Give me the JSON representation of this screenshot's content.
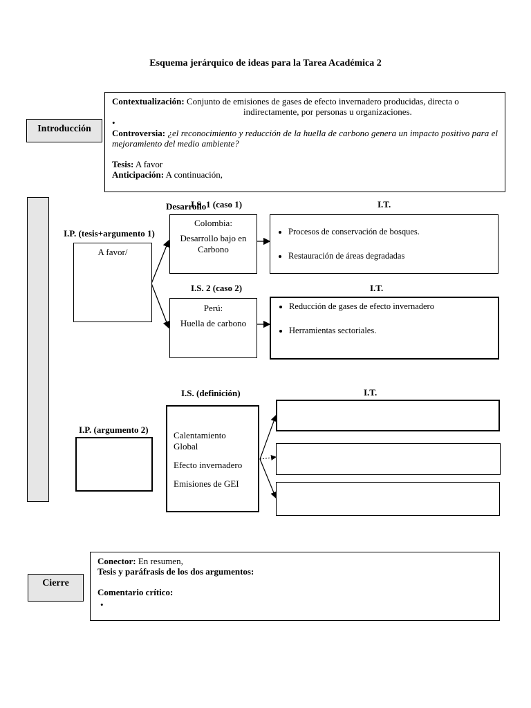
{
  "title": "Esquema jerárquico de ideas para la Tarea Académica 2",
  "intro": {
    "side_label": "Introducción",
    "contextualizacion_label": "Contextualización:",
    "contextualizacion_line1": "Conjunto de emisiones de gases de efecto invernadero producidas, directa o",
    "contextualizacion_line2": "indirectamente, por personas u organizaciones.",
    "bullet": "•",
    "controversia_label": "Controversia:",
    "controversia_text": "¿el reconocimiento y reducción de la huella de carbono genera un impacto positivo para el mejoramiento del medio ambiente?",
    "tesis_label": "Tesis:",
    "tesis_text": "A favor",
    "anticipacion_label": "Anticipación:",
    "anticipacion_text": "A continuación,"
  },
  "desarrollo": {
    "side_label": "Desarrollo",
    "ip1": {
      "label": "I.P. (tesis+argumento 1)",
      "text": "A favor/"
    },
    "is1": {
      "label": "I.S. 1 (caso 1)",
      "line1": "Colombia:",
      "line2": "Desarrollo bajo en Carbono"
    },
    "it1": {
      "label": "I.T.",
      "items": [
        "Procesos de conservación de bosques.",
        "Restauración de áreas degradadas"
      ]
    },
    "is2": {
      "label": "I.S. 2 (caso 2)",
      "line1": "Perú:",
      "line2": "Huella de carbono"
    },
    "it2": {
      "label": "I.T.",
      "items": [
        "Reducción de gases de efecto invernadero",
        "Herramientas sectoriales."
      ]
    },
    "ip2": {
      "label": "I.P. (argumento 2)"
    },
    "is3": {
      "label": "I.S. (definición)",
      "items": [
        "Calentamiento Global",
        "Efecto invernadero",
        "Emisiones de GEI"
      ]
    },
    "it3": {
      "label": "I.T."
    }
  },
  "cierre": {
    "side_label": "Cierre",
    "conector_label": "Conector:",
    "conector_text": "En resumen,",
    "tesis_label": "Tesis y paráfrasis de los dos argumentos:",
    "comentario_label": "Comentario crítico:",
    "bullet": "•"
  }
}
